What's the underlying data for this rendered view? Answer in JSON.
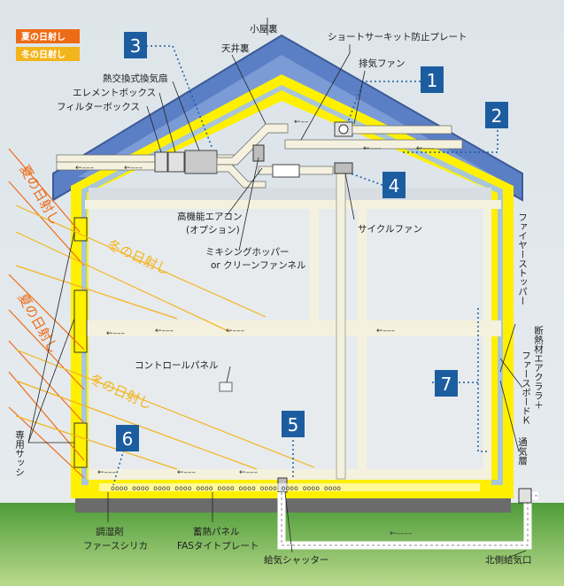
{
  "legend": {
    "summer": {
      "label": "夏の日射し",
      "color": "#ee6b16"
    },
    "winter": {
      "label": "冬の日射し",
      "color": "#f3b51c"
    }
  },
  "labels": {
    "attic": "小屋裏",
    "ceiling_space": "天井裏",
    "short_circuit_plate": "ショートサーキット防止プレート",
    "exhaust_fan": "排気ファン",
    "heat_exchanger": "熱交換式換気扇",
    "element_box": "エレメントボックス",
    "filter_box": "フィルターボックス",
    "aircon_line1": "高機能エアコン",
    "aircon_line2": "(オプション)",
    "mixing_line1": "ミキシングホッパー",
    "mixing_line2": "or クリーンファンネル",
    "cycle_fan": "サイクルファン",
    "control_panel": "コントロールパネル",
    "humidity_line1": "調湿剤",
    "humidity_line2": "ファースシリカ",
    "heat_line1": "蓄熱パネル",
    "heat_line2": "FASタイトプレート",
    "supply_shutter": "給気シャッター",
    "north_inlet": "北側給気口",
    "fire_stopper": "ファイヤーストッパー",
    "insulation_line1": "断熱材エアクララ＋",
    "insulation_line2": "ファースボードＫ",
    "vent_layer": "通気層",
    "sash": "専用サッシ",
    "sun_summer_text": "夏の日射し",
    "sun_winter_text": "冬の日射し"
  },
  "callouts": [
    "1",
    "2",
    "3",
    "4",
    "5",
    "6",
    "7"
  ],
  "colors": {
    "roof": "#5b7fc5",
    "insulation": "#fff000",
    "duct": "#f4f1de",
    "callout": "#1c5da0",
    "ground": "#4c9b36"
  }
}
